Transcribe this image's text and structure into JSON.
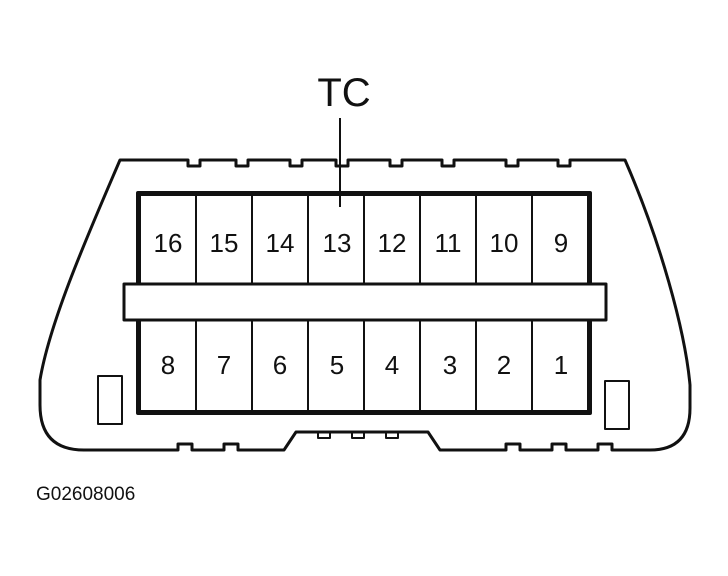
{
  "callout_label": "TC",
  "figure_id": "G02608006",
  "pins_top_row": [
    "16",
    "15",
    "14",
    "13",
    "12",
    "11",
    "10",
    "9"
  ],
  "pins_bottom_row": [
    "8",
    "7",
    "6",
    "5",
    "4",
    "3",
    "2",
    "1"
  ],
  "callout_pin": "13",
  "colors": {
    "stroke": "#111111",
    "background": "#ffffff"
  }
}
